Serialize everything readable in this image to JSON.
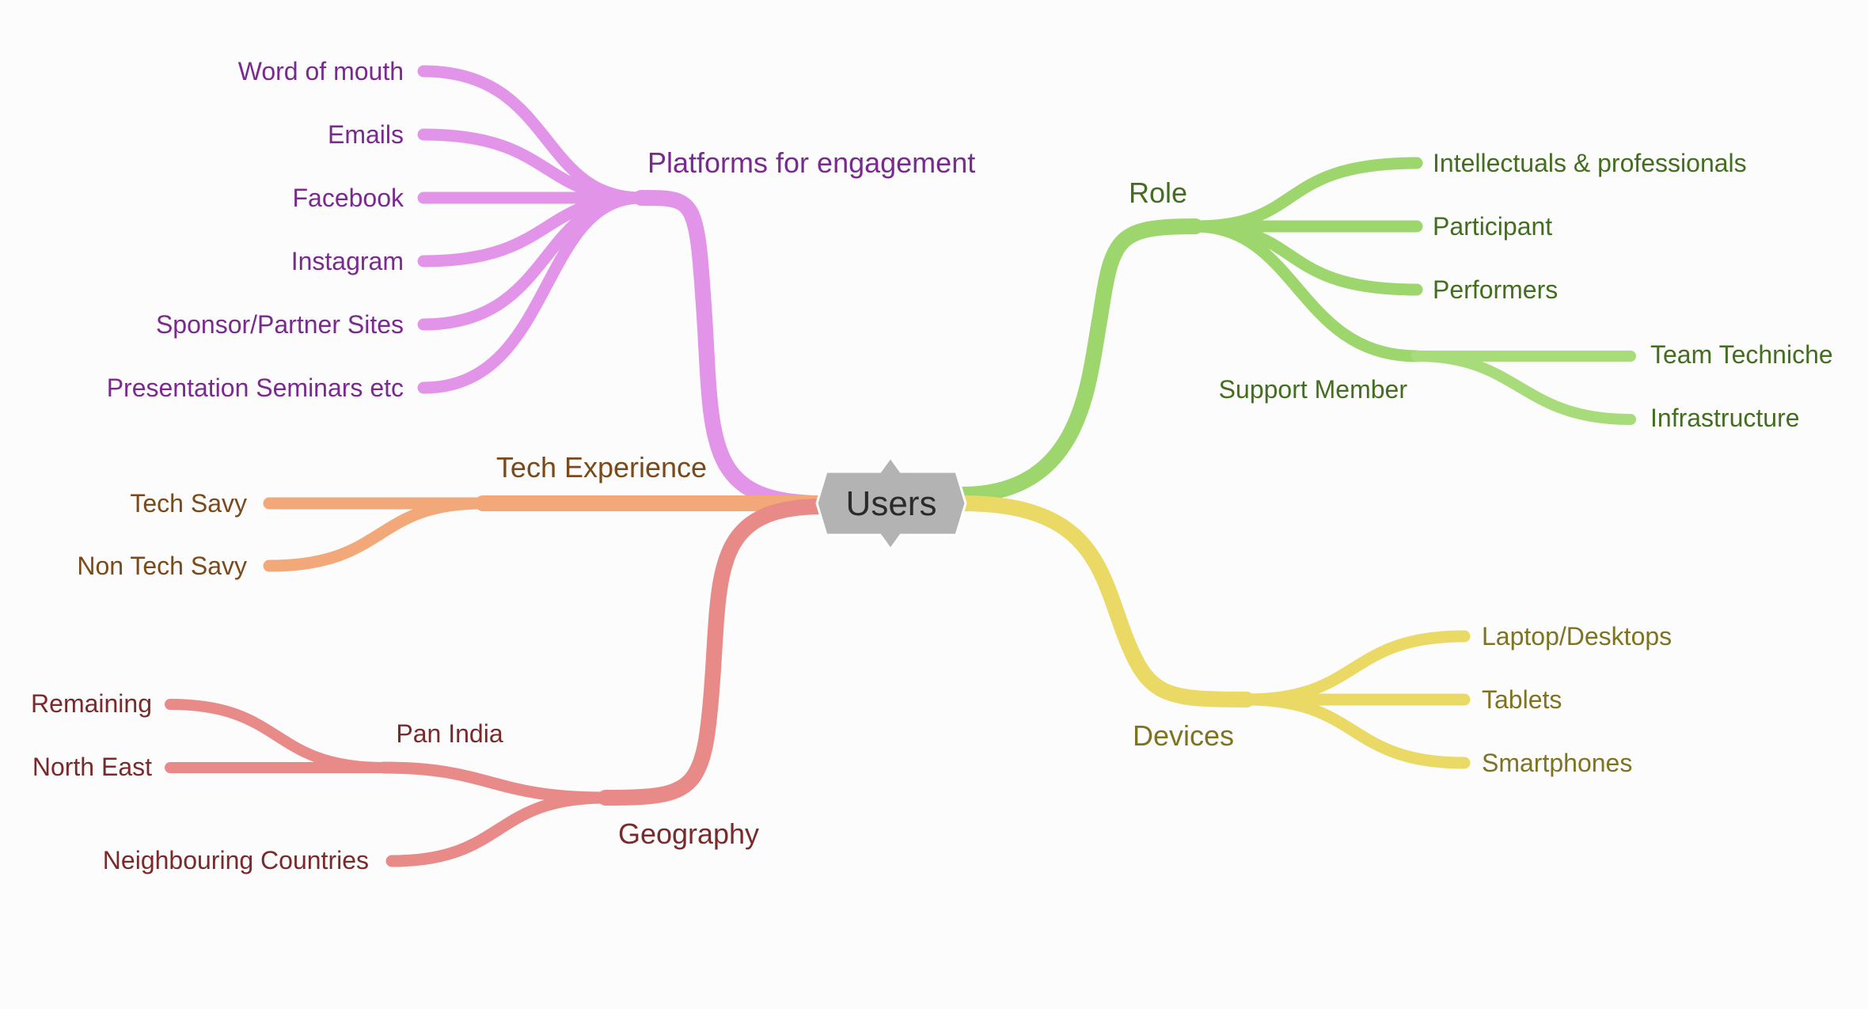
{
  "center": {
    "label": "Users"
  },
  "colors": {
    "platforms": "#e294e8",
    "role": "#9ed66e",
    "tech": "#f2a878",
    "devices": "#ebd966",
    "geography": "#e88a88",
    "center_fill": "#b3b3b3"
  },
  "branches": {
    "platforms": {
      "label": "Platforms for engagement",
      "items": [
        "Word of mouth",
        "Emails",
        "Facebook",
        "Instagram",
        "Sponsor/Partner Sites",
        "Presentation Seminars etc"
      ]
    },
    "role": {
      "label": "Role",
      "items": [
        "Intellectuals & professionals",
        "Participant",
        "Performers"
      ],
      "support": {
        "label": "Support Member",
        "items": [
          "Team Techniche",
          "Infrastructure"
        ]
      }
    },
    "tech": {
      "label": "Tech Experience",
      "items": [
        "Tech Savy",
        "Non Tech Savy"
      ]
    },
    "devices": {
      "label": "Devices",
      "items": [
        "Laptop/Desktops",
        "Tablets",
        "Smartphones"
      ]
    },
    "geography": {
      "label": "Geography",
      "pan_india": {
        "label": "Pan India",
        "items": [
          "Remaining",
          "North East"
        ]
      },
      "items": [
        "Neighbouring Countries"
      ]
    }
  }
}
